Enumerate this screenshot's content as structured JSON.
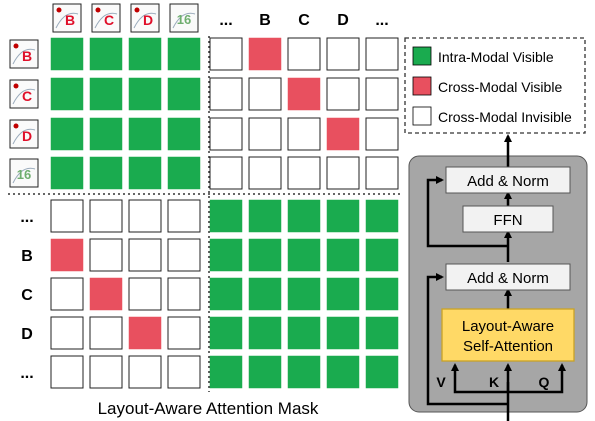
{
  "text_tokens": [
    "...",
    "B",
    "C",
    "D",
    "..."
  ],
  "image_token_labels": [
    "B",
    "C",
    "D",
    "16"
  ],
  "mask": [
    [
      "G",
      "G",
      "G",
      "G",
      "W",
      "R",
      "W",
      "W",
      "W"
    ],
    [
      "G",
      "G",
      "G",
      "G",
      "W",
      "W",
      "R",
      "W",
      "W"
    ],
    [
      "G",
      "G",
      "G",
      "G",
      "W",
      "W",
      "W",
      "R",
      "W"
    ],
    [
      "G",
      "G",
      "G",
      "G",
      "W",
      "W",
      "W",
      "W",
      "W"
    ],
    [
      "W",
      "W",
      "W",
      "W",
      "G",
      "G",
      "G",
      "G",
      "G"
    ],
    [
      "R",
      "W",
      "W",
      "W",
      "G",
      "G",
      "G",
      "G",
      "G"
    ],
    [
      "W",
      "R",
      "W",
      "W",
      "G",
      "G",
      "G",
      "G",
      "G"
    ],
    [
      "W",
      "W",
      "R",
      "W",
      "G",
      "G",
      "G",
      "G",
      "G"
    ],
    [
      "W",
      "W",
      "W",
      "W",
      "G",
      "G",
      "G",
      "G",
      "G"
    ]
  ],
  "legend": [
    {
      "key": "G",
      "label": "Intra-Modal Visible",
      "color": "#1aab4f"
    },
    {
      "key": "R",
      "label": "Cross-Modal Visible",
      "color": "#e8505f"
    },
    {
      "key": "W",
      "label": "Cross-Modal Invisible",
      "color": "#ffffff"
    }
  ],
  "caption": "Layout-Aware Attention Mask",
  "transformer_block": {
    "add_norm_top": "Add & Norm",
    "ffn": "FFN",
    "add_norm_bottom": "Add & Norm",
    "attention_line1": "Layout-Aware",
    "attention_line2": "Self-Attention",
    "inputs": [
      "V",
      "K",
      "Q"
    ]
  },
  "colors": {
    "green": "#1aab4f",
    "red": "#e8505f",
    "panel": "#a6a6a6",
    "box": "#f2f2f2",
    "attention": "#ffd966",
    "attention_border": "#c9a227"
  }
}
